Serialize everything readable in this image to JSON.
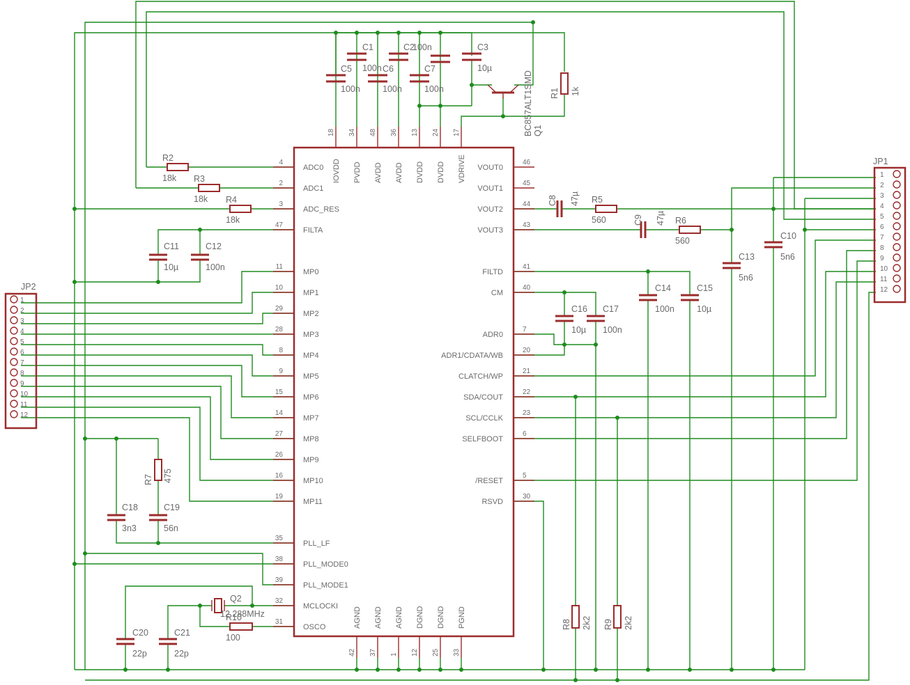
{
  "ic": {
    "left_pins": [
      {
        "name": "ADC0",
        "num": "4"
      },
      {
        "name": "ADC1",
        "num": "2"
      },
      {
        "name": "ADC_RES",
        "num": "3"
      },
      {
        "name": "FILTA",
        "num": "47"
      },
      {
        "name": "MP0",
        "num": "11"
      },
      {
        "name": "MP1",
        "num": "10"
      },
      {
        "name": "MP2",
        "num": "29"
      },
      {
        "name": "MP3",
        "num": "28"
      },
      {
        "name": "MP4",
        "num": "8"
      },
      {
        "name": "MP5",
        "num": "9"
      },
      {
        "name": "MP6",
        "num": "15"
      },
      {
        "name": "MP7",
        "num": "14"
      },
      {
        "name": "MP8",
        "num": "27"
      },
      {
        "name": "MP9",
        "num": "26"
      },
      {
        "name": "MP10",
        "num": "16"
      },
      {
        "name": "MP11",
        "num": "19"
      },
      {
        "name": "PLL_LF",
        "num": "35"
      },
      {
        "name": "PLL_MODE0",
        "num": "38"
      },
      {
        "name": "PLL_MODE1",
        "num": "39"
      },
      {
        "name": "MCLOCKI",
        "num": "32"
      },
      {
        "name": "OSCO",
        "num": "31"
      }
    ],
    "right_pins": [
      {
        "name": "VOUT0",
        "num": "46"
      },
      {
        "name": "VOUT1",
        "num": "45"
      },
      {
        "name": "VOUT2",
        "num": "44"
      },
      {
        "name": "VOUT3",
        "num": "43"
      },
      {
        "name": "FILTD",
        "num": "41"
      },
      {
        "name": "CM",
        "num": "40"
      },
      {
        "name": "ADR0",
        "num": "7"
      },
      {
        "name": "ADR1/CDATA/WB",
        "num": "20"
      },
      {
        "name": "CLATCH/WP",
        "num": "21"
      },
      {
        "name": "SDA/COUT",
        "num": "22"
      },
      {
        "name": "SCL/CCLK",
        "num": "23"
      },
      {
        "name": "SELFBOOT",
        "num": "6"
      },
      {
        "name": "/RESET",
        "num": "5"
      },
      {
        "name": "RSVD",
        "num": "30"
      }
    ],
    "top_pins": [
      {
        "name": "IOVDD",
        "num": "18"
      },
      {
        "name": "PVDD",
        "num": "34"
      },
      {
        "name": "AVDD",
        "num": "48"
      },
      {
        "name": "AVDD",
        "num": "36"
      },
      {
        "name": "DVDD",
        "num": "13"
      },
      {
        "name": "DVDD",
        "num": "24"
      },
      {
        "name": "VDRIVE",
        "num": "17"
      }
    ],
    "bottom_pins": [
      {
        "name": "AGND",
        "num": "42"
      },
      {
        "name": "AGND",
        "num": "37"
      },
      {
        "name": "AGND",
        "num": "1"
      },
      {
        "name": "DGND",
        "num": "12"
      },
      {
        "name": "DGND",
        "num": "25"
      },
      {
        "name": "PGND",
        "num": "33"
      }
    ]
  },
  "headers": {
    "jp1": {
      "name": "JP1",
      "pins": [
        "1",
        "2",
        "3",
        "4",
        "5",
        "6",
        "7",
        "8",
        "9",
        "10",
        "11",
        "12"
      ]
    },
    "jp2": {
      "name": "JP2",
      "pins": [
        "1",
        "2",
        "3",
        "4",
        "5",
        "6",
        "7",
        "8",
        "9",
        "10",
        "11",
        "12"
      ]
    }
  },
  "capacitors": [
    {
      "ref": "C1",
      "value": "100n"
    },
    {
      "ref": "C2",
      "value": "100n"
    },
    {
      "ref": "C3",
      "value": "10µ"
    },
    {
      "ref": "C5",
      "value": "100n"
    },
    {
      "ref": "C6",
      "value": "100n"
    },
    {
      "ref": "C7",
      "value": "100n"
    },
    {
      "ref": "C8",
      "value": "47µ"
    },
    {
      "ref": "C9",
      "value": "47µ"
    },
    {
      "ref": "C10",
      "value": "5n6"
    },
    {
      "ref": "C11",
      "value": "10µ"
    },
    {
      "ref": "C12",
      "value": "100n"
    },
    {
      "ref": "C13",
      "value": "5n6"
    },
    {
      "ref": "C14",
      "value": "100n"
    },
    {
      "ref": "C15",
      "value": "10µ"
    },
    {
      "ref": "C16",
      "value": "10µ"
    },
    {
      "ref": "C17",
      "value": "100n"
    },
    {
      "ref": "C18",
      "value": "3n3"
    },
    {
      "ref": "C19",
      "value": "56n"
    },
    {
      "ref": "C20",
      "value": "22p"
    },
    {
      "ref": "C21",
      "value": "22p"
    }
  ],
  "resistors": [
    {
      "ref": "R1",
      "value": "1k"
    },
    {
      "ref": "R2",
      "value": "18k"
    },
    {
      "ref": "R3",
      "value": "18k"
    },
    {
      "ref": "R4",
      "value": "18k"
    },
    {
      "ref": "R5",
      "value": "560"
    },
    {
      "ref": "R6",
      "value": "560"
    },
    {
      "ref": "R7",
      "value": "475"
    },
    {
      "ref": "R8",
      "value": "2k2"
    },
    {
      "ref": "R9",
      "value": "2k2"
    },
    {
      "ref": "R10",
      "value": "100"
    }
  ],
  "transistor": {
    "ref": "Q1",
    "value": "BC857ALT1SMD"
  },
  "crystal": {
    "ref": "Q2",
    "value": "12.288MHz"
  }
}
